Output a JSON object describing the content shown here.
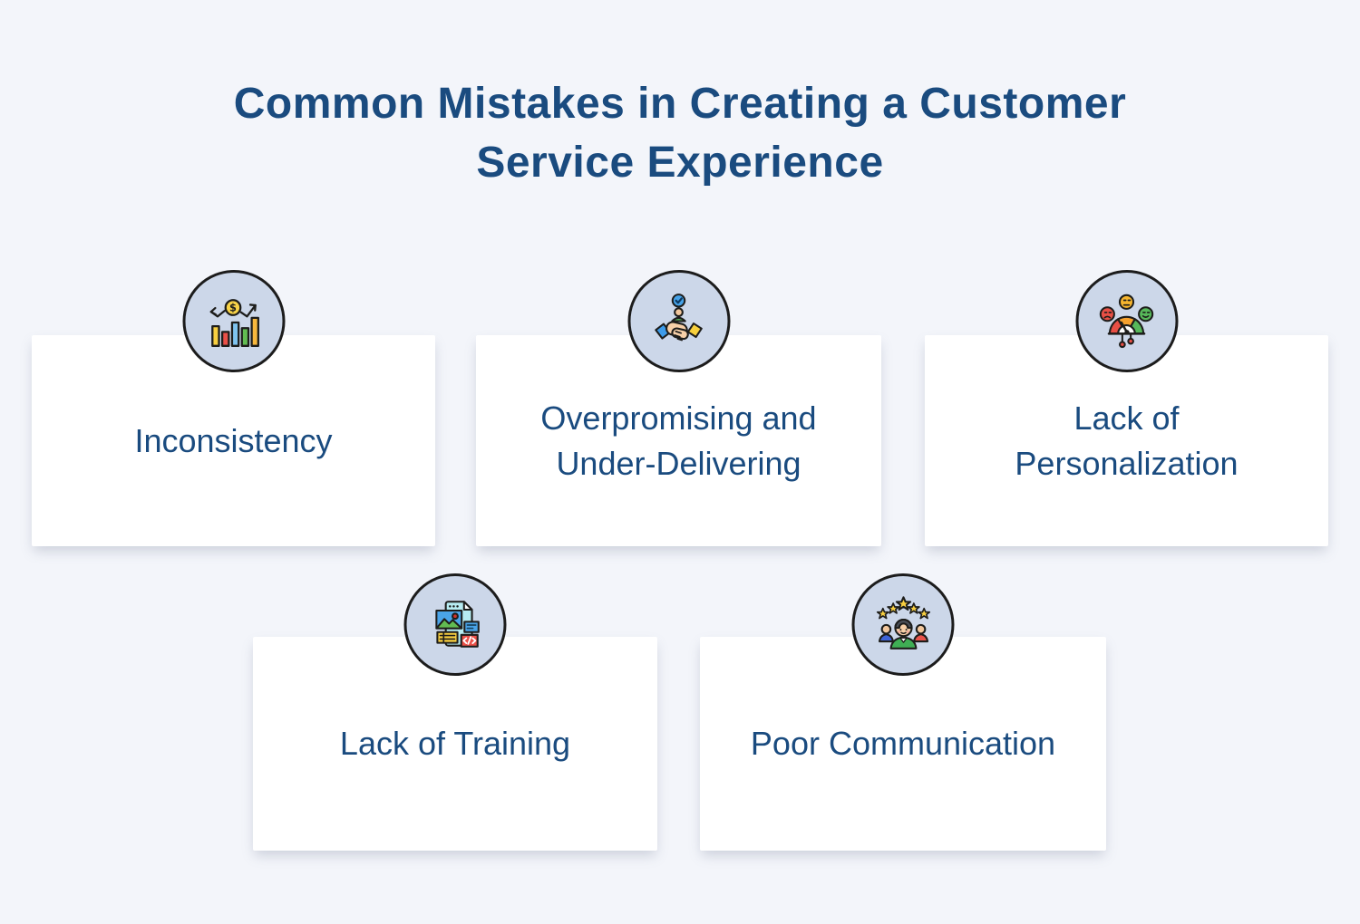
{
  "page": {
    "background": "#f3f5fa",
    "title_lines": [
      "Common Mistakes in Creating a Customer",
      "Service Experience"
    ]
  },
  "style": {
    "title_color": "#1a4b7f",
    "label_color": "#1a4b7f",
    "card_background": "#ffffff",
    "circle_fill": "#ccd7e9",
    "circle_border": "#1c1c1c"
  },
  "cards": [
    {
      "label": "Inconsistency",
      "icon": "money-trend-bar-chart-icon"
    },
    {
      "label": "Overpromising and Under-Delivering",
      "icon": "handshake-agreement-icon"
    },
    {
      "label": "Lack of Personalization",
      "icon": "satisfaction-gauge-faces-icon"
    },
    {
      "label": "Lack of Training",
      "icon": "training-content-document-icon"
    },
    {
      "label": "Poor Communication",
      "icon": "customer-five-star-rating-icon"
    }
  ],
  "icon_palette": {
    "yellow": "#f8cf40",
    "red": "#ea5048",
    "blue": "#4aa4e8",
    "green": "#5cb85c",
    "orange": "#f6a72e",
    "skin": "#f5cda6",
    "document_teal": "#b7ecf2"
  }
}
